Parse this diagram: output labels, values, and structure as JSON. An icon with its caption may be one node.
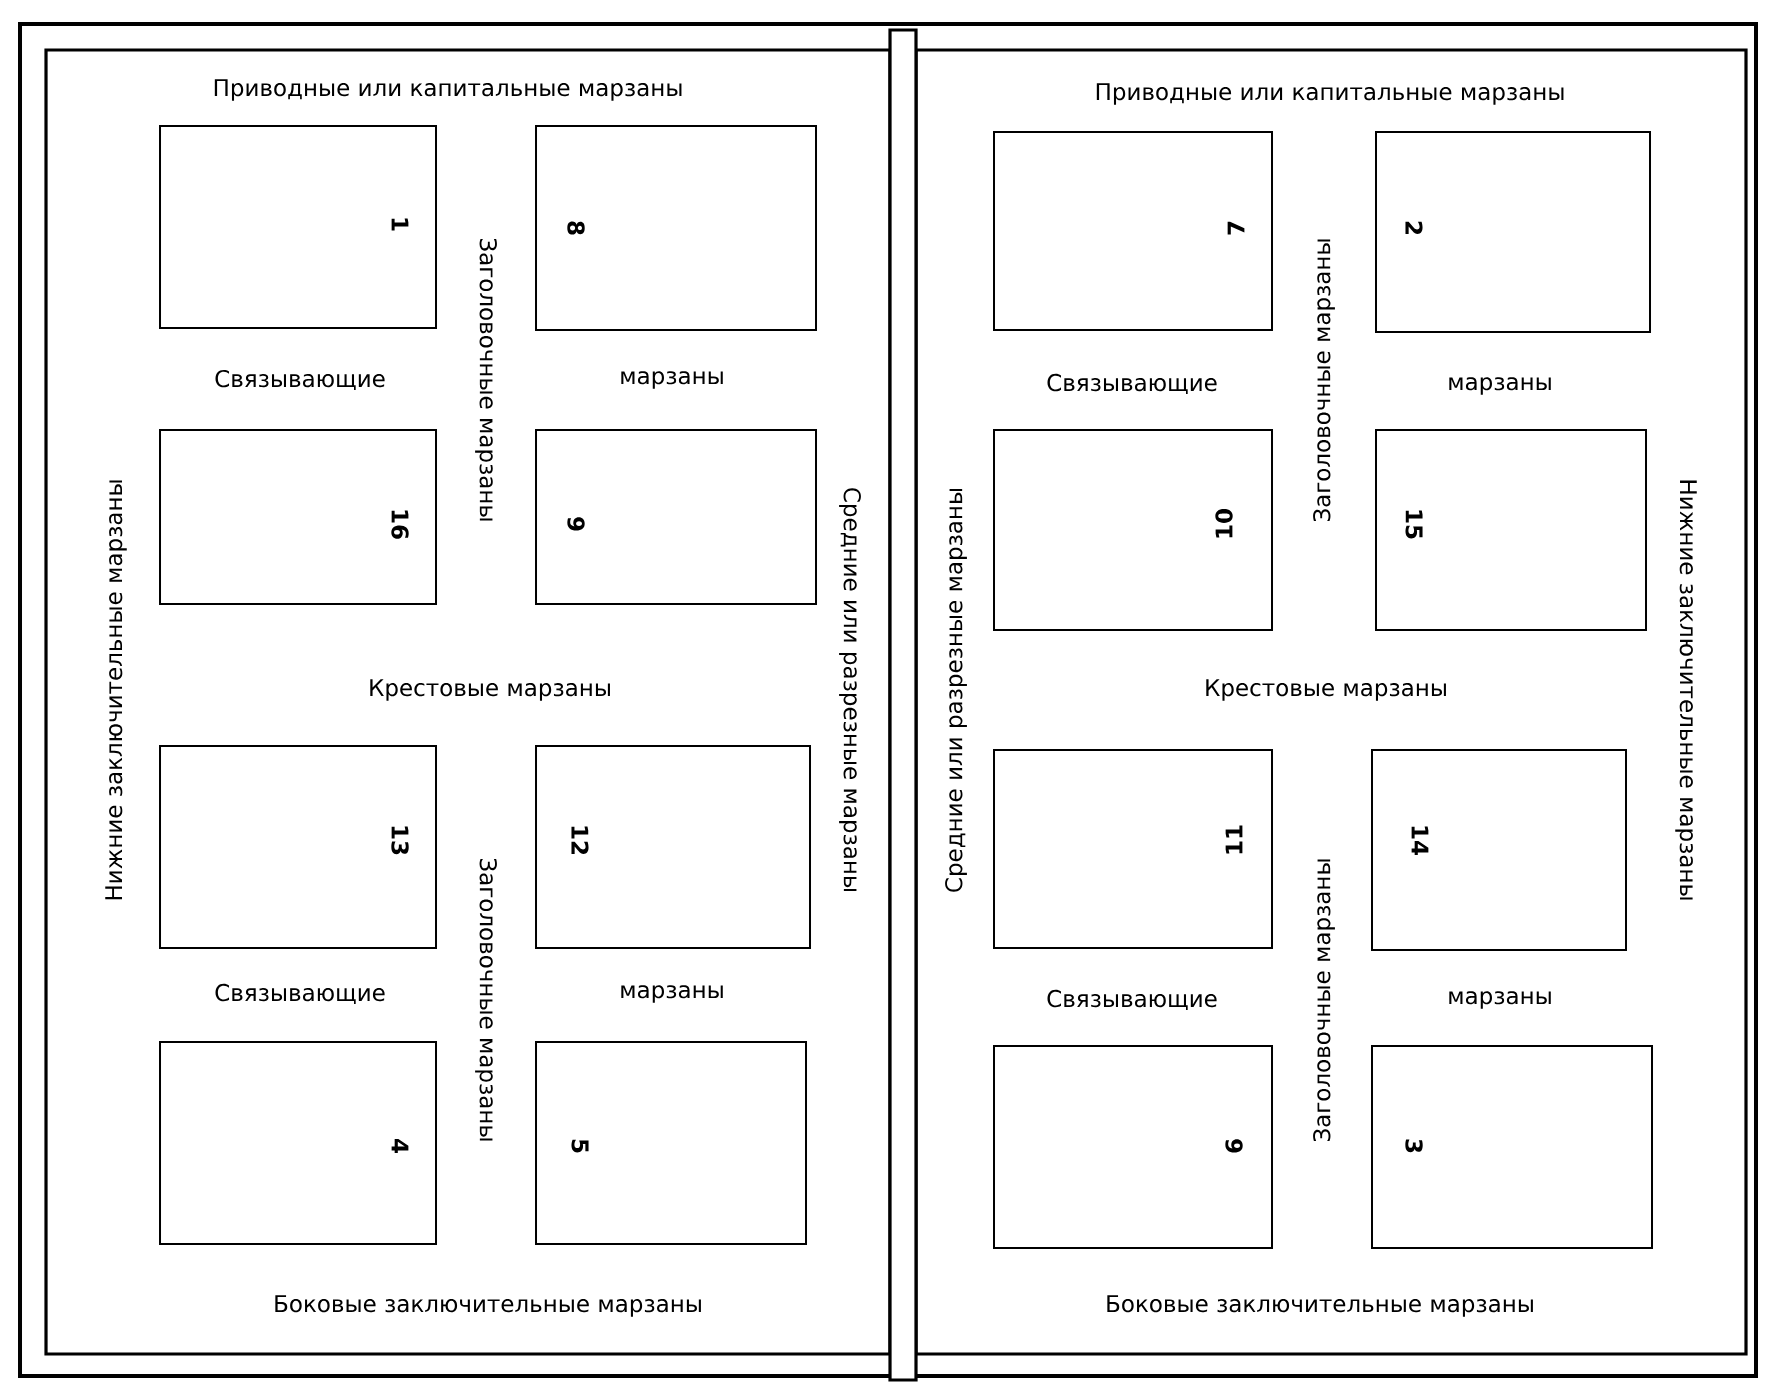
{
  "diagram": {
    "nodes": [
      {
        "text": [
          "1"
        ]
      },
      {
        "text": [
          "8"
        ]
      },
      {
        "text": [
          "7"
        ]
      },
      {
        "text": [
          "2"
        ]
      },
      {
        "text": [
          "16"
        ]
      },
      {
        "text": [
          "9"
        ]
      },
      {
        "text": [
          "10"
        ]
      },
      {
        "text": [
          "15"
        ]
      },
      {
        "text": [
          "13"
        ]
      },
      {
        "text": [
          "12"
        ]
      },
      {
        "text": [
          "11"
        ]
      },
      {
        "text": [
          "14"
        ]
      },
      {
        "text": [
          "4"
        ]
      },
      {
        "text": [
          "5"
        ]
      },
      {
        "text": [
          "6"
        ]
      },
      {
        "text": [
          "3"
        ]
      }
    ],
    "labels": [
      "Приводные или капитальные марзаны",
      "Приводные или капитальные марзаны",
      "Связывающие",
      "Заголовочные марзаны",
      "марзаны",
      "Связывающие",
      "Заголовочные марзаны",
      "марзаны",
      "Нижние заключительные марзаны",
      "Крестовые марзаны",
      "Средние или разрезные марзаны",
      "Средние или разрезные марзаны",
      "Крестовые марзаны",
      "Нижние заключительные марзаны",
      "Связывающие",
      "Заголовочные марзаны",
      "марзаны",
      "Связывающие",
      "Заголовочные марзаны",
      "марзаны",
      "Боковые заключительные марзаны",
      "Боковые заключительные марзаны"
    ]
  }
}
